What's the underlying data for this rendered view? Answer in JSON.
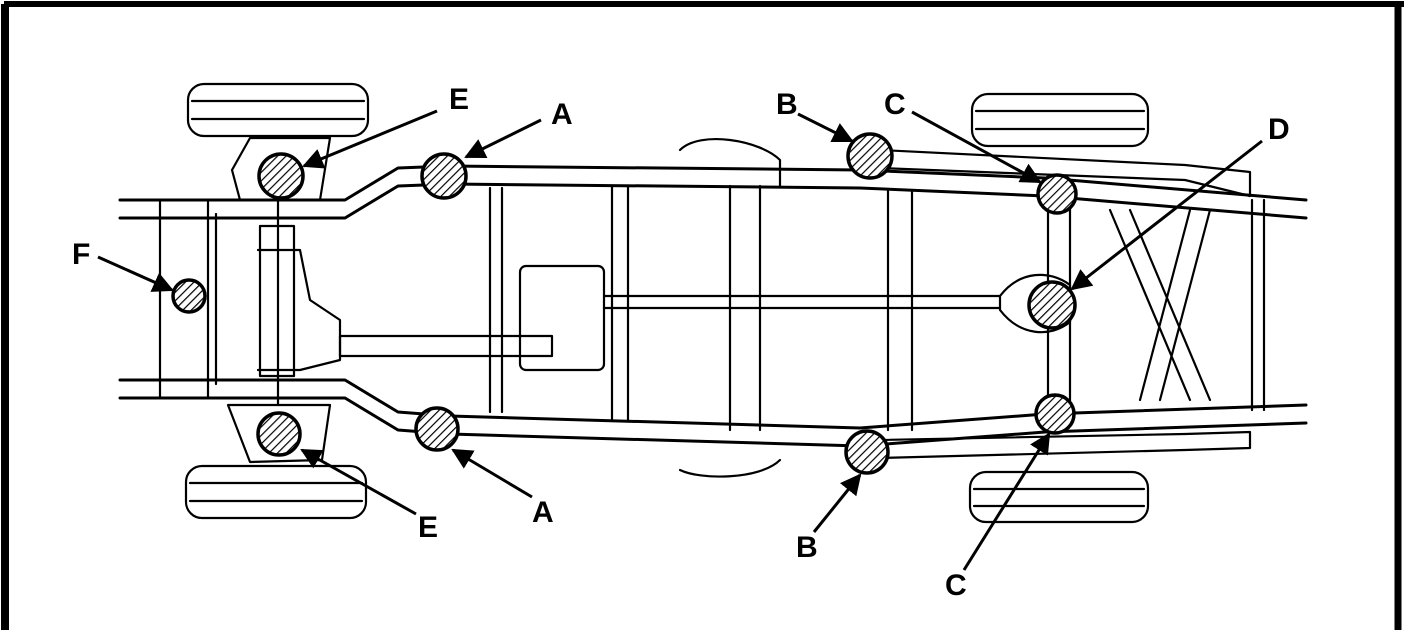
{
  "labels": {
    "A": "A",
    "B": "B",
    "C": "C",
    "D": "D",
    "E": "E",
    "F": "F"
  },
  "marker_fill": "hatched",
  "line_color": "#000000",
  "background": "#ffffff"
}
